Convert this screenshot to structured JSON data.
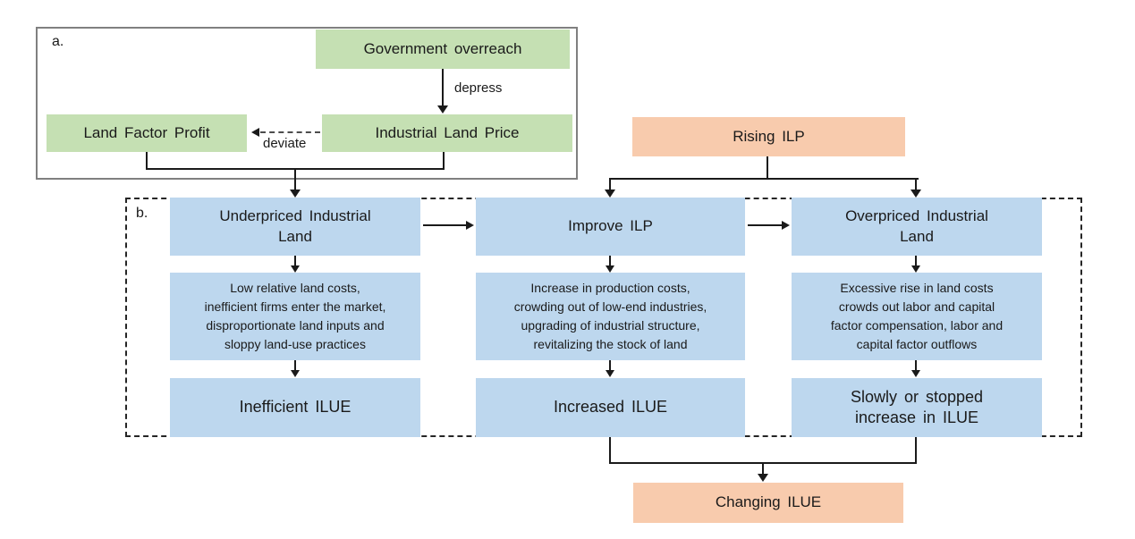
{
  "palette": {
    "green": "#c5e0b3",
    "blue": "#bdd7ee",
    "orange": "#f8cbad",
    "line": "#1a1a1a"
  },
  "panel_a": {
    "label": "a.",
    "nodes": {
      "government_overreach": "Government overreach",
      "industrial_land_price": "Industrial Land Price",
      "land_factor_profit": "Land Factor Profit"
    },
    "edge_labels": {
      "depress": "depress",
      "deviate": "deviate"
    }
  },
  "panel_b": {
    "label": "b.",
    "rising_ilp": "Rising ILP",
    "changing_ilue": "Changing ILUE",
    "columns": [
      {
        "header": [
          "Underpriced Industrial",
          "Land"
        ],
        "mechanism": [
          "Low relative land costs,",
          "inefficient firms enter the market,",
          "disproportionate land inputs and",
          "sloppy land-use practices"
        ],
        "outcome": "Inefficient ILUE"
      },
      {
        "header": "Improve ILP",
        "mechanism": [
          "Increase in production costs,",
          "crowding out of low-end industries,",
          "upgrading of industrial structure,",
          "revitalizing the stock of land"
        ],
        "outcome": "Increased ILUE"
      },
      {
        "header": [
          "Overpriced Industrial",
          "Land"
        ],
        "mechanism": [
          "Excessive rise in land costs",
          "crowds out labor and capital",
          "factor compensation, labor and",
          "capital factor outflows"
        ],
        "outcome": [
          "Slowly or stopped",
          "increase in ILUE"
        ]
      }
    ]
  }
}
